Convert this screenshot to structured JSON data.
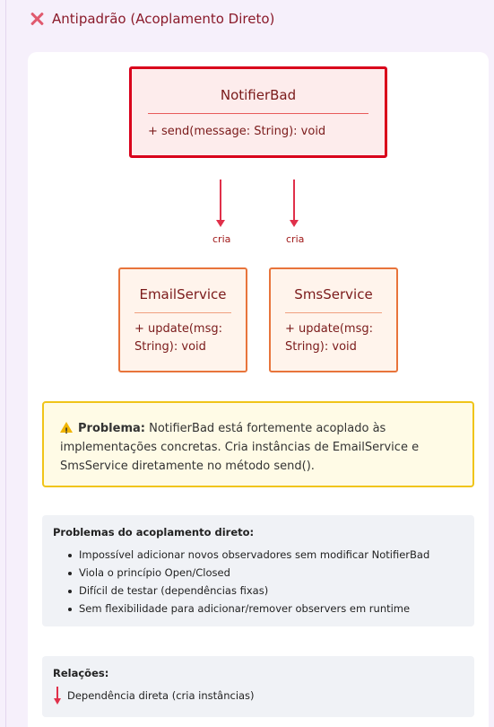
{
  "header": {
    "title": "Antipadrão (Acoplamento Direto)",
    "icon": "x-icon"
  },
  "diagram": {
    "notifier": {
      "name": "NotifierBad",
      "method": "+ send(message: String): void"
    },
    "email": {
      "name": "EmailService",
      "method": "+ update(msg: String): void"
    },
    "sms": {
      "name": "SmsService",
      "method": "+ update(msg: String): void"
    },
    "arrow_label_1": "cria",
    "arrow_label_2": "cria"
  },
  "warning": {
    "label": "Problema:",
    "text": " NotifierBad está fortemente acoplado às implementações concretas. Cria instâncias de EmailService e SmsService diretamente no método send()."
  },
  "problems": {
    "title": "Problemas do acoplamento direto:",
    "items": [
      "Impossível adicionar novos observadores sem modificar NotifierBad",
      "Viola o princípio Open/Closed",
      "Difícil de testar (dependências fixas)",
      "Sem flexibilidade para adicionar/remover observers em runtime"
    ]
  },
  "relations": {
    "title": "Relações:",
    "item": "Dependência direta (cria instâncias)"
  },
  "colors": {
    "accent_red": "#d9001b",
    "class_border": "#e8743b",
    "warning_border": "#f0c419"
  }
}
